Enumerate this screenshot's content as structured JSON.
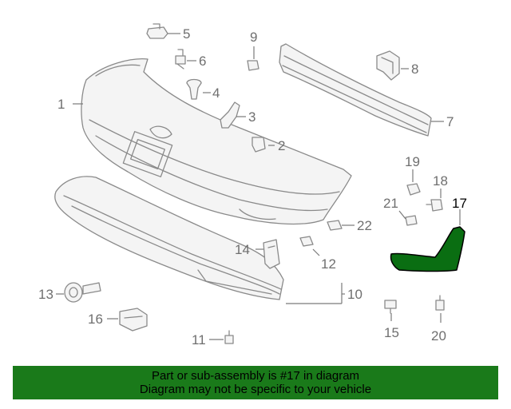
{
  "banner": {
    "line1": "Part or sub-assembly is #17 in diagram",
    "line2": "Diagram may not be specific to your vehicle",
    "background_color": "#1a7a1a"
  },
  "highlight": {
    "part_number": "17",
    "color": "#0a6e12"
  },
  "callouts": {
    "c1": "1",
    "c2": "2",
    "c3": "3",
    "c4": "4",
    "c5": "5",
    "c6": "6",
    "c7": "7",
    "c8": "8",
    "c9": "9",
    "c10": "10",
    "c11": "11",
    "c12": "12",
    "c13": "13",
    "c14": "14",
    "c15": "15",
    "c16": "16",
    "c17": "17",
    "c18": "18",
    "c19": "19",
    "c20": "20",
    "c21": "21",
    "c22": "22"
  }
}
